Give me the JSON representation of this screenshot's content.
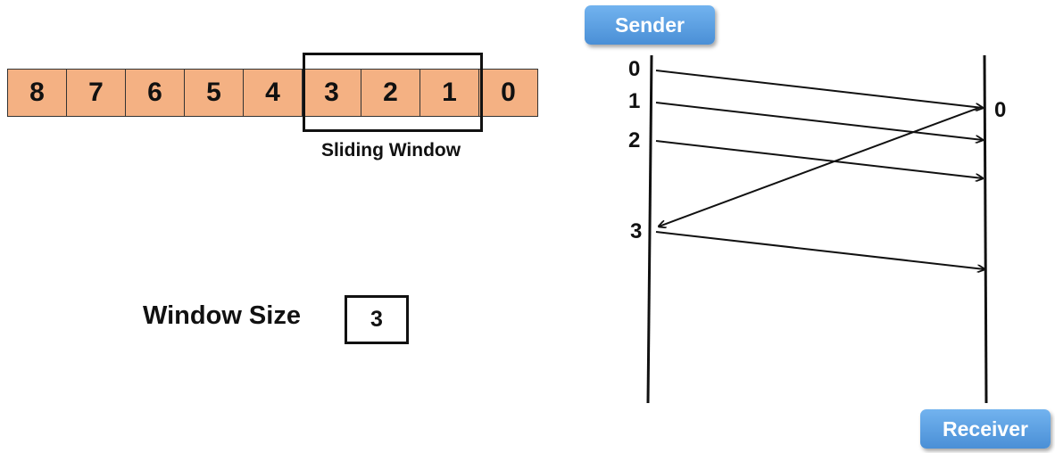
{
  "frames": [
    "8",
    "7",
    "6",
    "5",
    "4",
    "3",
    "2",
    "1",
    "0"
  ],
  "window": {
    "label": "Sliding Window",
    "size_label": "Window Size",
    "size_value": "3"
  },
  "roles": {
    "sender": "Sender",
    "receiver": "Receiver"
  },
  "sender_labels": [
    "0",
    "1",
    "2",
    "3"
  ],
  "receiver_labels": [
    "0"
  ],
  "colors": {
    "frame_fill": "#f4b183",
    "pill": "#5a9fe3",
    "ink": "#111111"
  }
}
